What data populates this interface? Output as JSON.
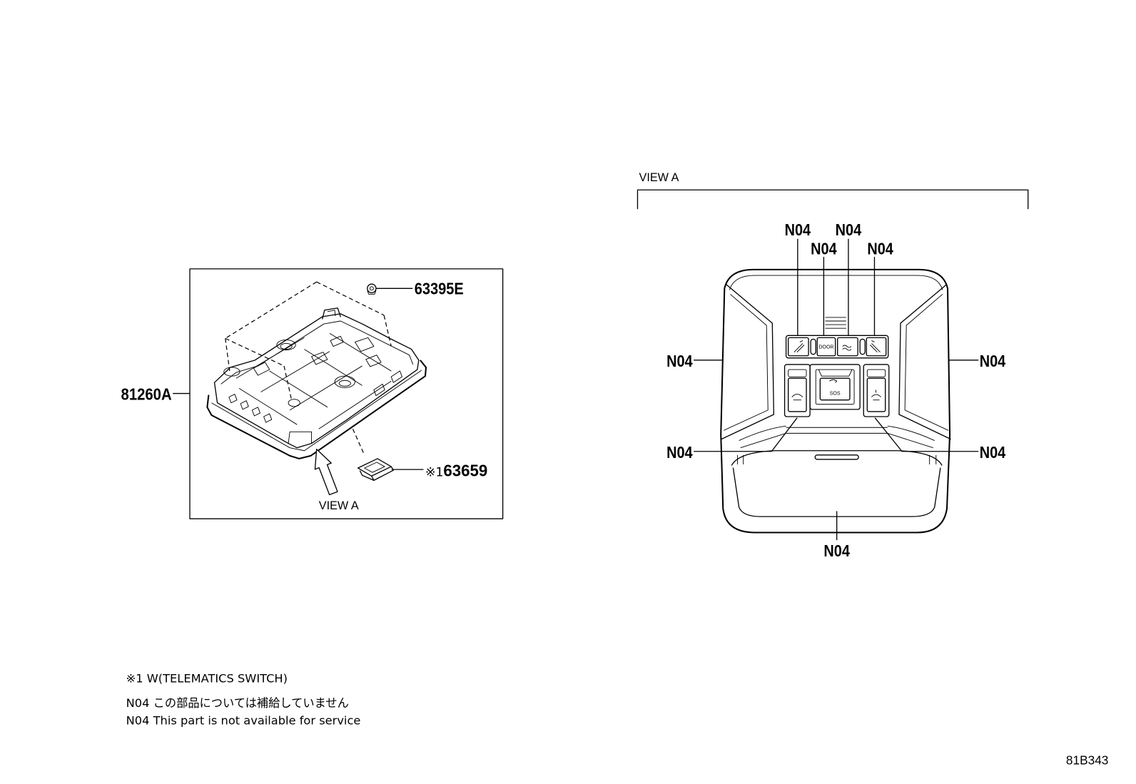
{
  "document_code": "81B343",
  "main_view": {
    "view_a_label": "VIEW A",
    "callouts": {
      "clip": "63395E",
      "console_assy": "81260A",
      "bracket_mark": "※1",
      "bracket": "63659"
    }
  },
  "view_a": {
    "title": "VIEW A",
    "switch_labels": {
      "door": "DOOR",
      "sos": "SOS"
    },
    "callouts": {
      "top_1": "N04",
      "top_2": "N04",
      "top_3": "N04",
      "top_4": "N04",
      "left_upper": "N04",
      "right_upper": "N04",
      "left_lower": "N04",
      "right_lower": "N04",
      "bottom": "N04"
    }
  },
  "notes": {
    "telematics": "※1 W(TELEMATICS SWITCH)",
    "n04_ja": "N04 この部品については補給していません",
    "n04_en": "N04 This part is not available for service"
  }
}
